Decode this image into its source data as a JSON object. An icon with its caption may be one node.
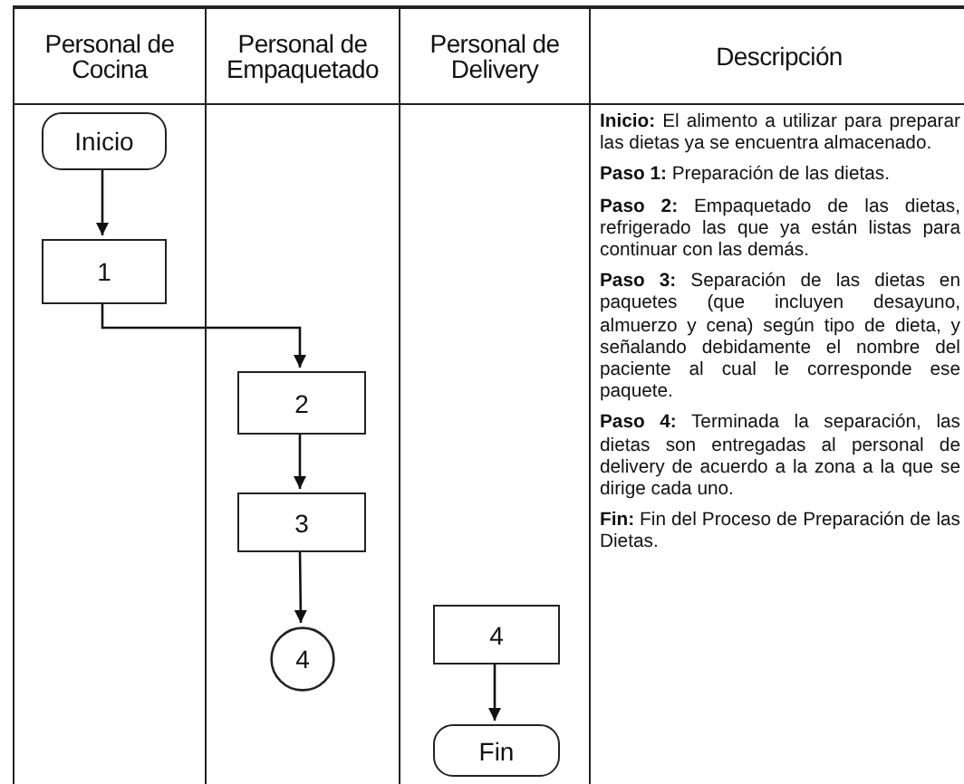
{
  "diagram": {
    "nodes": [
      {
        "text": [
          "Personal de Cocina"
        ]
      },
      {
        "text": [
          "Personal de Empaquetado"
        ]
      },
      {
        "text": [
          "Personal de Delivery"
        ]
      },
      {
        "text": [
          "Inicio"
        ],
        "in": 0
      },
      {
        "text": [
          "1"
        ],
        "in": 0
      },
      {
        "text": [
          "2"
        ],
        "in": 1
      },
      {
        "text": [
          "3"
        ],
        "in": 1
      },
      {
        "text": [
          "4"
        ],
        "in": 1
      },
      {
        "text": [
          "4"
        ],
        "in": 2
      },
      {
        "text": [
          "Fin"
        ],
        "in": 2
      }
    ],
    "edges": [
      {
        "from": 3,
        "to": 4,
        "arrow": "to"
      },
      {
        "from": 4,
        "to": 5,
        "arrow": "to"
      },
      {
        "from": 5,
        "to": 6,
        "arrow": "to"
      },
      {
        "from": 6,
        "to": 7,
        "arrow": "to"
      },
      {
        "from": 8,
        "to": 9,
        "arrow": "to"
      }
    ],
    "labels": [
      "Descripción",
      "**Inicio:** El alimento a utilizar para preparar las dietas ya se encuentra almacenado.",
      "**Paso 1:** Preparación de las dietas.",
      "**Paso 2:** Empaquetado de las dietas, refrigerado las que ya están listas para continuar con las demás.",
      "**Paso 3:** Separación de las dietas en paquetes (que incluyen desayuno, almuerzo y cena) según tipo de dieta, y señalando debidamente el nombre del paciente al cual le corresponde ese paquete.",
      "**Paso 4:** Terminada la separación, las dietas son entregadas al personal de delivery de acuerdo a la zona a la que se dirige cada uno.",
      "**Fin:** Fin del Proceso de Preparación de las Dietas."
    ]
  }
}
